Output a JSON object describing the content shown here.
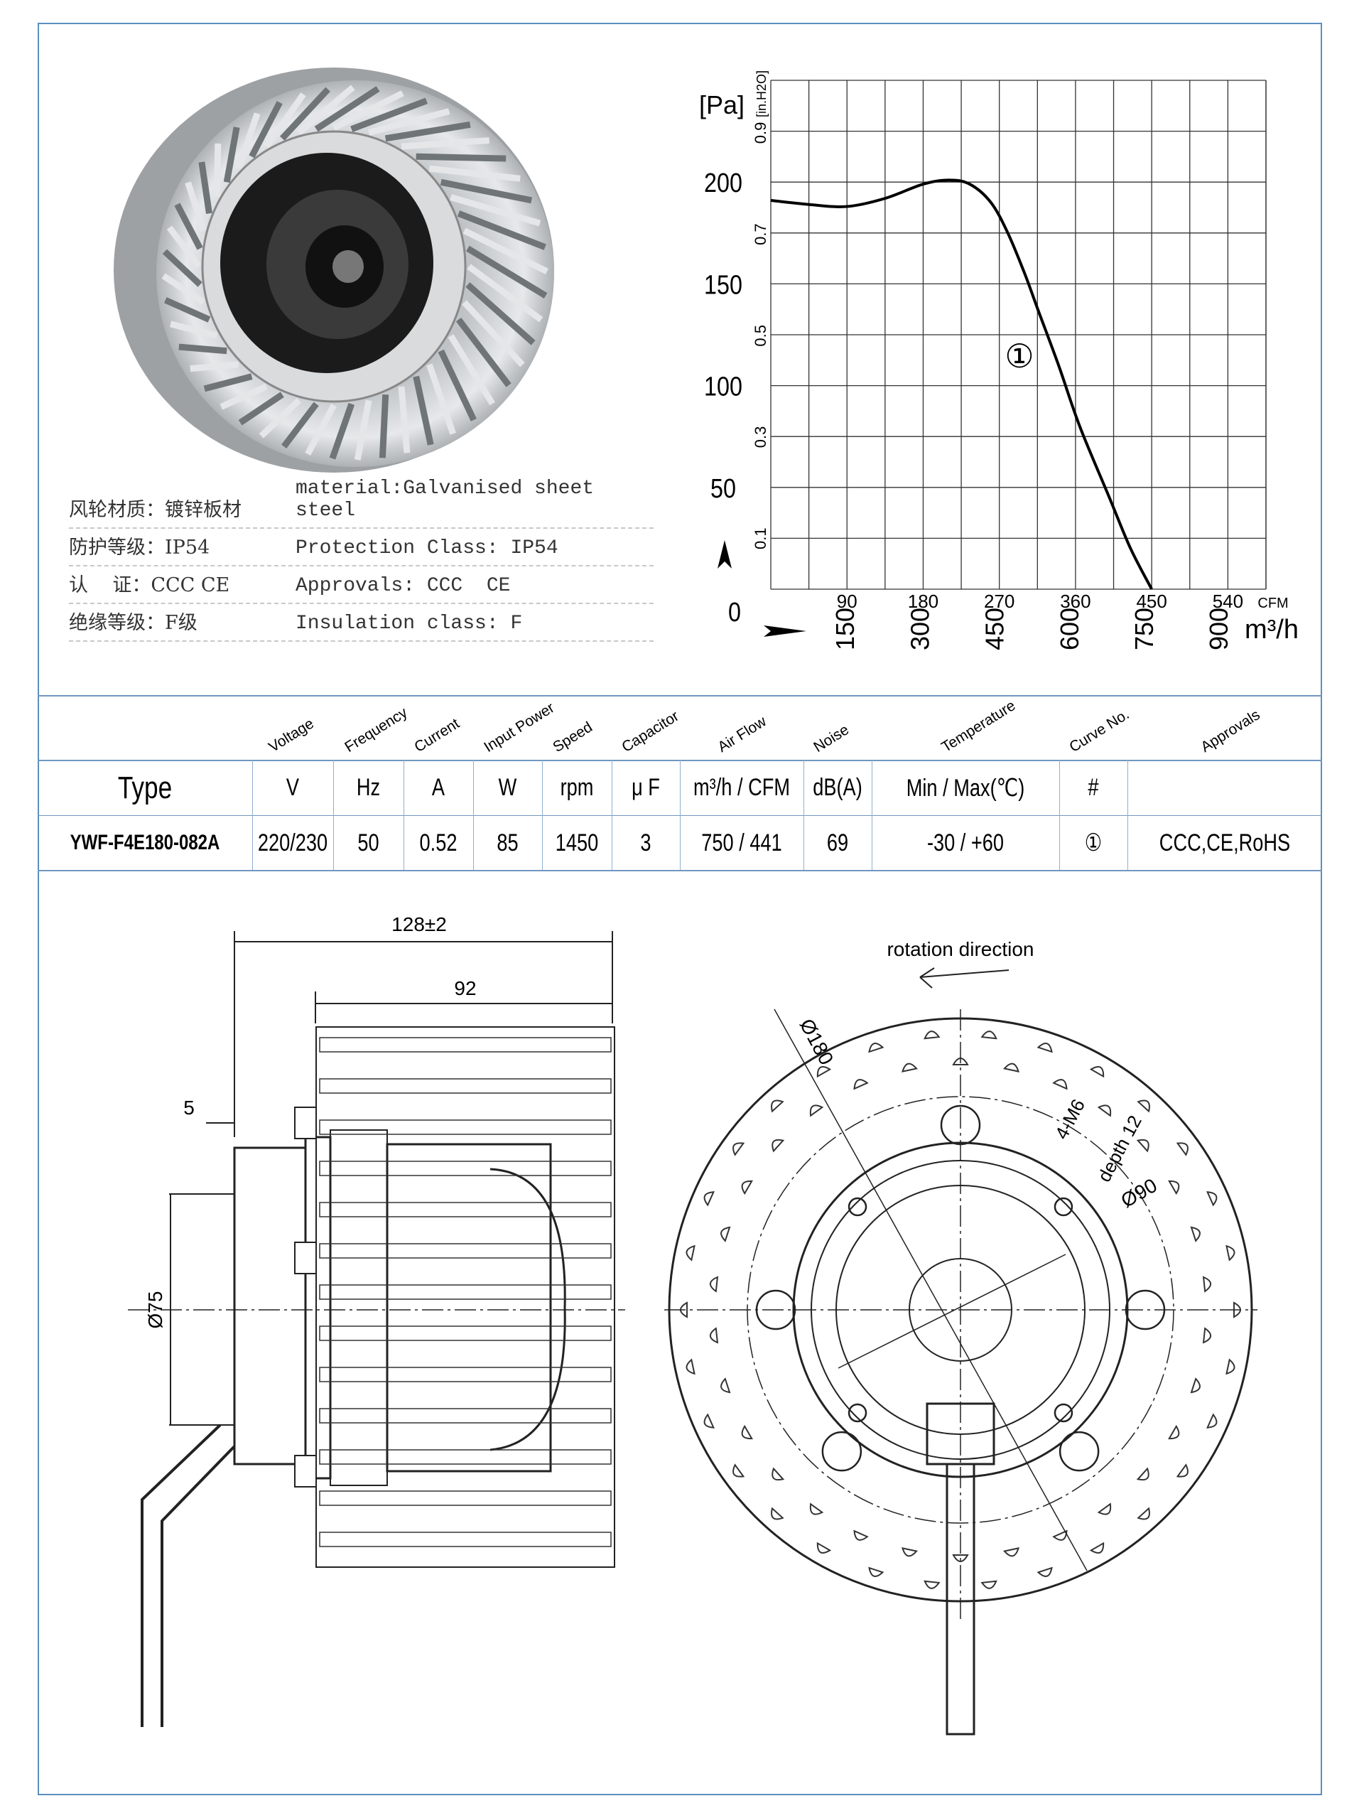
{
  "specs": [
    {
      "cn": "风轮材质：镀锌板材",
      "en": "material:Galvanised sheet steel"
    },
    {
      "cn": "防护等级：IP54",
      "en": "Protection Class: IP54"
    },
    {
      "cn": "认    证：CCC CE",
      "en": "Approvals: CCC  CE"
    },
    {
      "cn": "绝缘等级：F级",
      "en": "Insulation class: F"
    }
  ],
  "chart_data": {
    "type": "line",
    "ylabel": "[Pa]",
    "ylabel_secondary": "[in.H2O]",
    "xlabel": "m³/h",
    "xlabel_secondary": "CFM",
    "ylim": [
      0,
      250
    ],
    "xlim_cfm": [
      0,
      585
    ],
    "grid": true,
    "y_ticks_pa": [
      "0",
      "50",
      "100",
      "150",
      "200"
    ],
    "y_ticks_inh2o": [
      "0.1",
      "0.3",
      "0.5",
      "0.7",
      "0.9"
    ],
    "x_ticks_cfm": [
      "90",
      "180",
      "270",
      "360",
      "450",
      "540"
    ],
    "x_ticks_m3h": [
      "150",
      "300",
      "450",
      "600",
      "750",
      "900"
    ],
    "series": [
      {
        "name": "①",
        "x_cfm": [
          0,
          45,
          90,
          135,
          180,
          210,
          235,
          260,
          280,
          300,
          315,
          340,
          365,
          400,
          425,
          450
        ],
        "y_pa": [
          191,
          189,
          188,
          192,
          199,
          201,
          199,
          190,
          175,
          155,
          138,
          110,
          80,
          45,
          20,
          0
        ]
      }
    ],
    "curve_label": "①"
  },
  "table": {
    "headers": [
      "Voltage",
      "Frequency",
      "Current",
      "Input Power",
      "Speed",
      "Capacitor",
      "Air Flow",
      "Noise",
      "Temperature",
      "Curve No.",
      "Approvals"
    ],
    "units": [
      "Type",
      "V",
      "Hz",
      "A",
      "W",
      "rpm",
      "μ F",
      "m³/h / CFM",
      "dB(A)",
      "Min / Max(℃)",
      "#",
      ""
    ],
    "row": [
      "YWF-F4E180-082A",
      "220/230",
      "50",
      "0.52",
      "85",
      "1450",
      "3",
      "750 / 441",
      "69",
      "-30 / +60",
      "①",
      "CCC,CE,RoHS"
    ]
  },
  "drawing": {
    "dim_overall": "128±2",
    "dim_impeller": "92",
    "dim_offset": "5",
    "dim_shaft": "Ø75",
    "rotation_label": "rotation direction",
    "dim_outer": "Ø180",
    "dim_bolt": "4-M6",
    "dim_depth": "depth 12",
    "dim_pcd": "Ø90"
  },
  "colors": {
    "frame": "#5b8fc0",
    "table_line": "#6f97c0"
  }
}
